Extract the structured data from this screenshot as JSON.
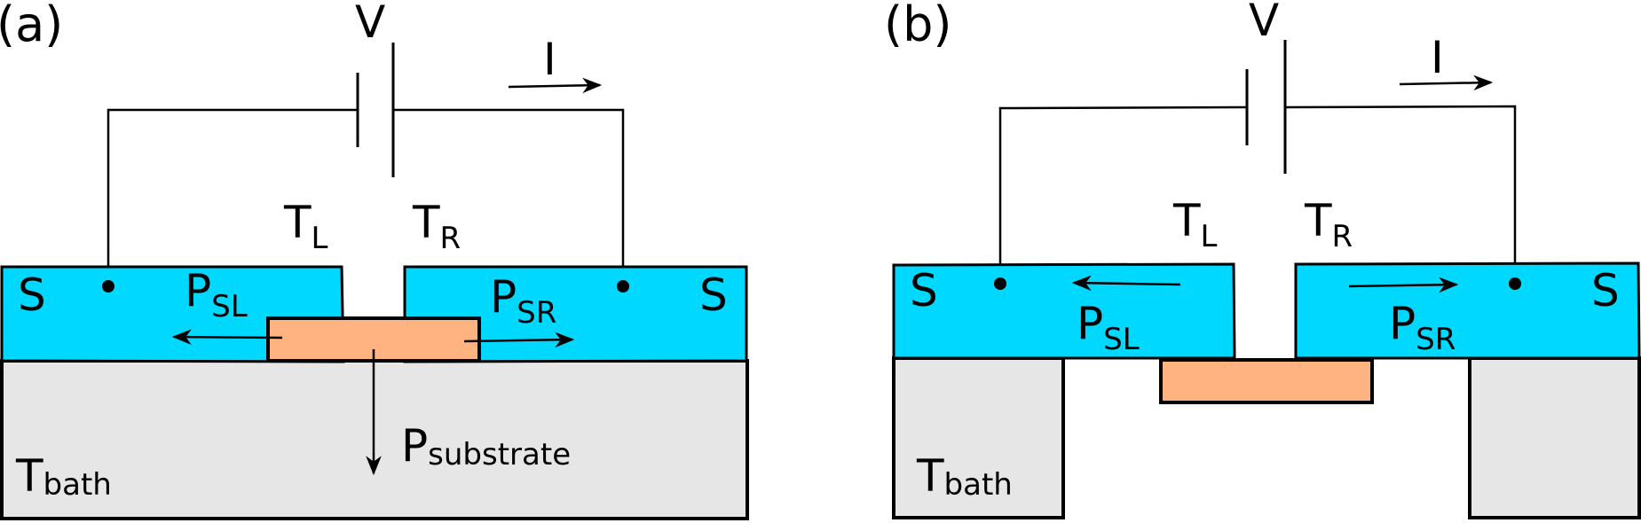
{
  "colors": {
    "superconductor": "#00d8ff",
    "normal_metal": "#ffb380",
    "substrate": "#e6e6e6",
    "line": "#000000"
  },
  "panel_a": {
    "label": "(a)",
    "voltage": "V",
    "current": "I",
    "t_left": "T",
    "t_left_sub": "L",
    "t_right": "T",
    "t_right_sub": "R",
    "s_left": "S",
    "s_right": "S",
    "p_sl": "P",
    "p_sl_sub": "SL",
    "p_sr": "P",
    "p_sr_sub": "SR",
    "p_substrate": "P",
    "p_substrate_sub": "substrate",
    "t_bath": "T",
    "t_bath_sub": "bath"
  },
  "panel_b": {
    "label": "(b)",
    "voltage": "V",
    "current": "I",
    "t_left": "T",
    "t_left_sub": "L",
    "t_right": "T",
    "t_right_sub": "R",
    "s_left": "S",
    "s_right": "S",
    "p_sl": "P",
    "p_sl_sub": "SL",
    "p_sr": "P",
    "p_sr_sub": "SR",
    "t_bath": "T",
    "t_bath_sub": "bath"
  }
}
